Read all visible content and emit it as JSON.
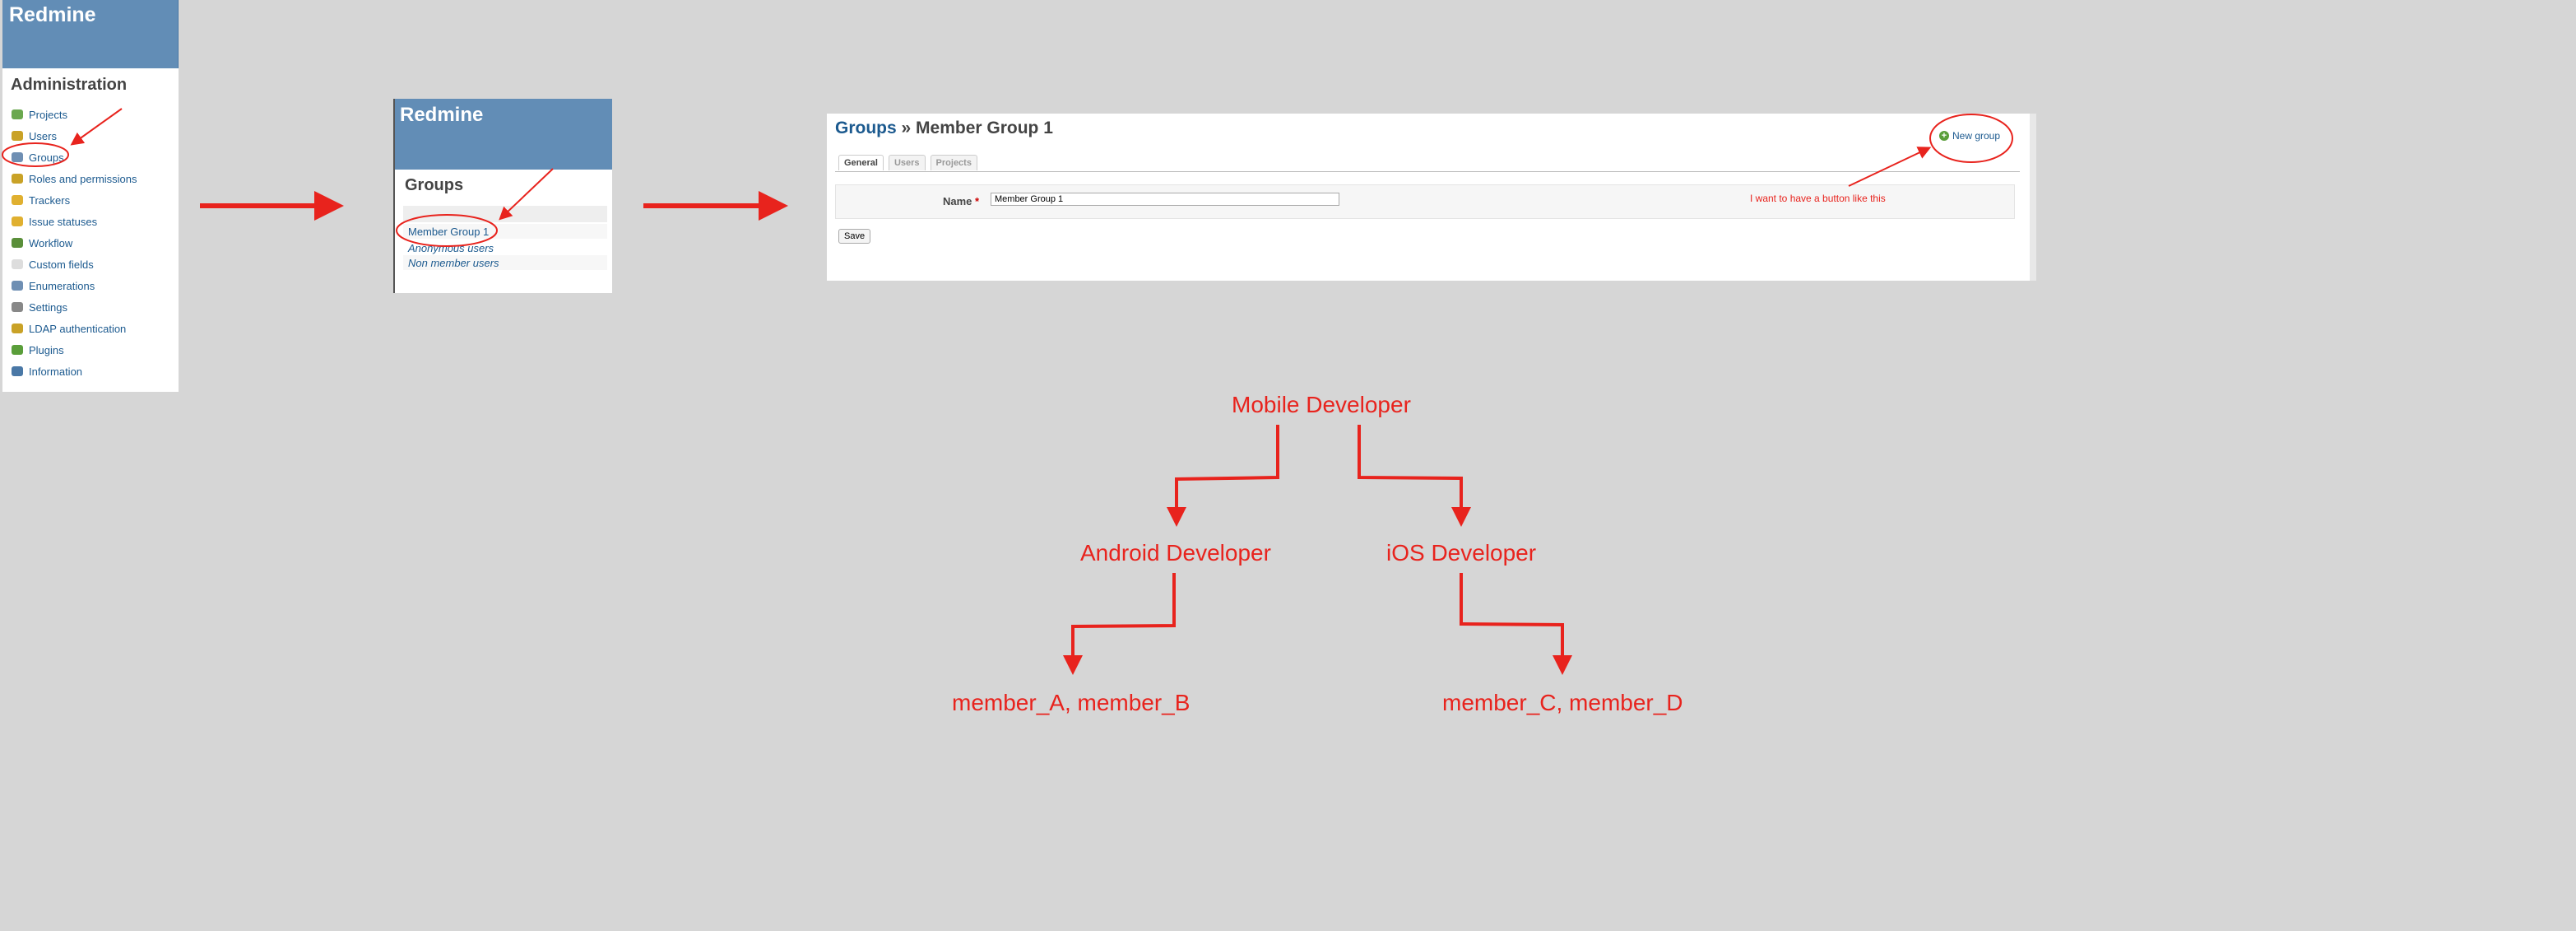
{
  "panel1": {
    "brand": "Redmine",
    "heading": "Administration",
    "menu": [
      {
        "label": "Projects",
        "icon": "projects-icon",
        "color": "#6aa84f"
      },
      {
        "label": "Users",
        "icon": "user-icon",
        "color": "#c9a227"
      },
      {
        "label": "Groups",
        "icon": "group-icon",
        "color": "#6f8fb3"
      },
      {
        "label": "Roles and permissions",
        "icon": "key-icon",
        "color": "#c9a227"
      },
      {
        "label": "Trackers",
        "icon": "ticket-icon",
        "color": "#e0b030"
      },
      {
        "label": "Issue statuses",
        "icon": "ticket-edit-icon",
        "color": "#e0b030"
      },
      {
        "label": "Workflow",
        "icon": "workflow-icon",
        "color": "#5a8f3a"
      },
      {
        "label": "Custom fields",
        "icon": "custom-fields-icon",
        "color": "#dddddd"
      },
      {
        "label": "Enumerations",
        "icon": "list-icon",
        "color": "#6f8fb3"
      },
      {
        "label": "Settings",
        "icon": "gear-icon",
        "color": "#888888"
      },
      {
        "label": "LDAP authentication",
        "icon": "server-key-icon",
        "color": "#c9a227"
      },
      {
        "label": "Plugins",
        "icon": "plugin-icon",
        "color": "#5a9e3a"
      },
      {
        "label": "Information",
        "icon": "info-icon",
        "color": "#4a78a6"
      }
    ]
  },
  "panel2": {
    "brand": "Redmine",
    "heading": "Groups",
    "rows": [
      "Member Group 1",
      "Anonymous users",
      "Non member users"
    ]
  },
  "panel3": {
    "crumb_link": "Groups",
    "crumb_sep": " » ",
    "crumb_current": "Member Group 1",
    "tabs": [
      "General",
      "Users",
      "Projects"
    ],
    "field_label": "Name",
    "required_mark": "*",
    "field_value": "Member Group 1",
    "save_label": "Save",
    "new_group_label": "New group",
    "annotation": "I want to have a button like this"
  },
  "tree": {
    "root": "Mobile Developer",
    "left": "Android Developer",
    "right": "iOS Developer",
    "left_members": "member_A, member_B",
    "right_members": "member_C, member_D"
  },
  "colors": {
    "header_blue": "#628db6",
    "link_blue": "#1c5a8f",
    "annotation_red": "#e8231d",
    "background": "#d6d6d6"
  }
}
